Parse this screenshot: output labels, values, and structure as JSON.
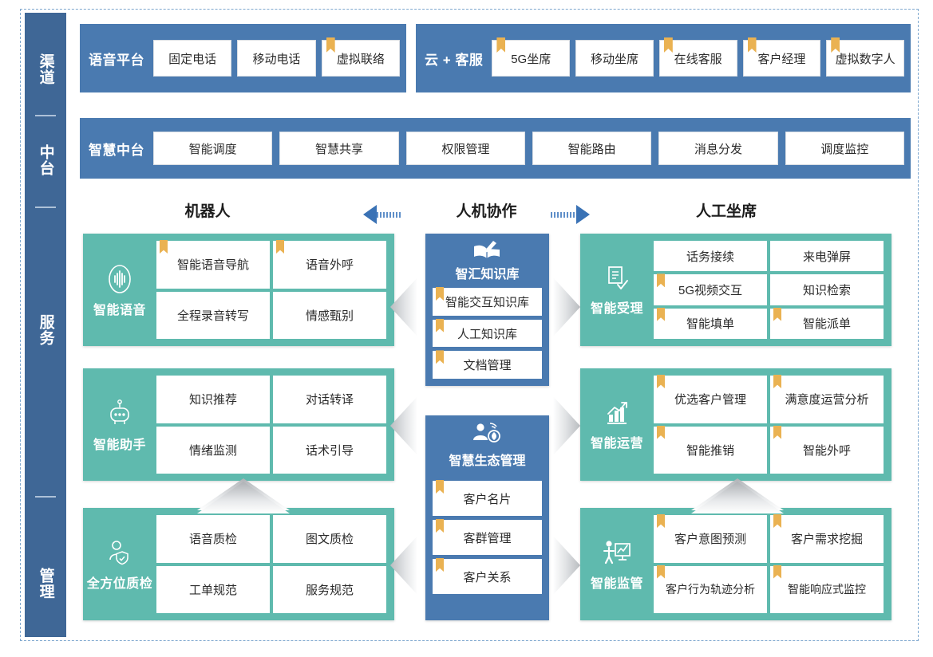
{
  "rail": {
    "sections": [
      {
        "label": "渠道"
      },
      {
        "label": "中台"
      },
      {
        "label": "服务"
      },
      {
        "label": "管理"
      }
    ]
  },
  "channel": {
    "voice_platform": {
      "title": "语音平台",
      "items": [
        {
          "label": "固定电话",
          "tag": false
        },
        {
          "label": "移动电话",
          "tag": false
        },
        {
          "label": "虚拟联络",
          "tag": true
        }
      ]
    },
    "cloud_service": {
      "title": "云 + 客服",
      "items": [
        {
          "label": "5G坐席",
          "tag": true
        },
        {
          "label": "移动坐席",
          "tag": false
        },
        {
          "label": "在线客服",
          "tag": true
        },
        {
          "label": "客户经理",
          "tag": true
        },
        {
          "label": "虚拟数字人",
          "tag": true
        }
      ]
    }
  },
  "middle_platform": {
    "title": "智慧中台",
    "items": [
      {
        "label": "智能调度",
        "tag": false
      },
      {
        "label": "智慧共享",
        "tag": false
      },
      {
        "label": "权限管理",
        "tag": false
      },
      {
        "label": "智能路由",
        "tag": false
      },
      {
        "label": "消息分发",
        "tag": false
      },
      {
        "label": "调度监控",
        "tag": false
      }
    ]
  },
  "column_headers": {
    "left": "机器人",
    "center": "人机协作",
    "right": "人工坐席"
  },
  "left_column": [
    {
      "name": "智能语音",
      "icon": "voice-wave-icon",
      "layout": "2x2",
      "cells": [
        {
          "label": "智能语音导航",
          "tag": true
        },
        {
          "label": "语音外呼",
          "tag": true
        },
        {
          "label": "全程录音转写",
          "tag": false
        },
        {
          "label": "情感甄别",
          "tag": false
        }
      ]
    },
    {
      "name": "智能助手",
      "icon": "robot-icon",
      "layout": "2x2",
      "cells": [
        {
          "label": "知识推荐",
          "tag": false
        },
        {
          "label": "对话转译",
          "tag": false
        },
        {
          "label": "情绪监测",
          "tag": false
        },
        {
          "label": "话术引导",
          "tag": false
        }
      ]
    },
    {
      "name": "全方位质检",
      "icon": "person-shield-icon",
      "layout": "2x2",
      "cells": [
        {
          "label": "语音质检",
          "tag": false
        },
        {
          "label": "图文质检",
          "tag": false
        },
        {
          "label": "工单规范",
          "tag": false
        },
        {
          "label": "服务规范",
          "tag": false
        }
      ]
    }
  ],
  "center_column": [
    {
      "name": "智汇知识库",
      "icon": "book-pen-icon",
      "rows": [
        {
          "label": "智能交互知识库",
          "tag": true
        },
        {
          "label": "人工知识库",
          "tag": true
        },
        {
          "label": "文档管理",
          "tag": true
        }
      ]
    },
    {
      "name": "智慧生态管理",
      "icon": "eco-management-icon",
      "rows": [
        {
          "label": "客户名片",
          "tag": true
        },
        {
          "label": "客群管理",
          "tag": true
        },
        {
          "label": "客户关系",
          "tag": true
        }
      ]
    }
  ],
  "right_column": [
    {
      "name": "智能受理",
      "icon": "form-check-icon",
      "layout": "3x2",
      "cells": [
        {
          "label": "话务接续",
          "tag": false
        },
        {
          "label": "来电弹屏",
          "tag": false
        },
        {
          "label": "5G视频交互",
          "tag": true
        },
        {
          "label": "知识检索",
          "tag": false
        },
        {
          "label": "智能填单",
          "tag": true
        },
        {
          "label": "智能派单",
          "tag": true
        }
      ]
    },
    {
      "name": "智能运营",
      "icon": "growth-chart-icon",
      "layout": "2x2",
      "cells": [
        {
          "label": "优选客户管理",
          "tag": true
        },
        {
          "label": "满意度运营分析",
          "tag": true
        },
        {
          "label": "智能推销",
          "tag": true
        },
        {
          "label": "智能外呼",
          "tag": true
        }
      ]
    },
    {
      "name": "智能监管",
      "icon": "presenter-chart-icon",
      "layout": "2x2",
      "cells": [
        {
          "label": "客户意图预测",
          "tag": true
        },
        {
          "label": "客户需求挖掘",
          "tag": true
        },
        {
          "label": "客户行为轨迹分析",
          "tag": true
        },
        {
          "label": "智能响应式监控",
          "tag": true
        }
      ]
    }
  ],
  "colors": {
    "blue": "#4a7ab0",
    "rail_blue": "#3f6796",
    "teal": "#5fbaae",
    "tag_gold": "#eab252",
    "frame_dash": "#7fa8cf"
  }
}
